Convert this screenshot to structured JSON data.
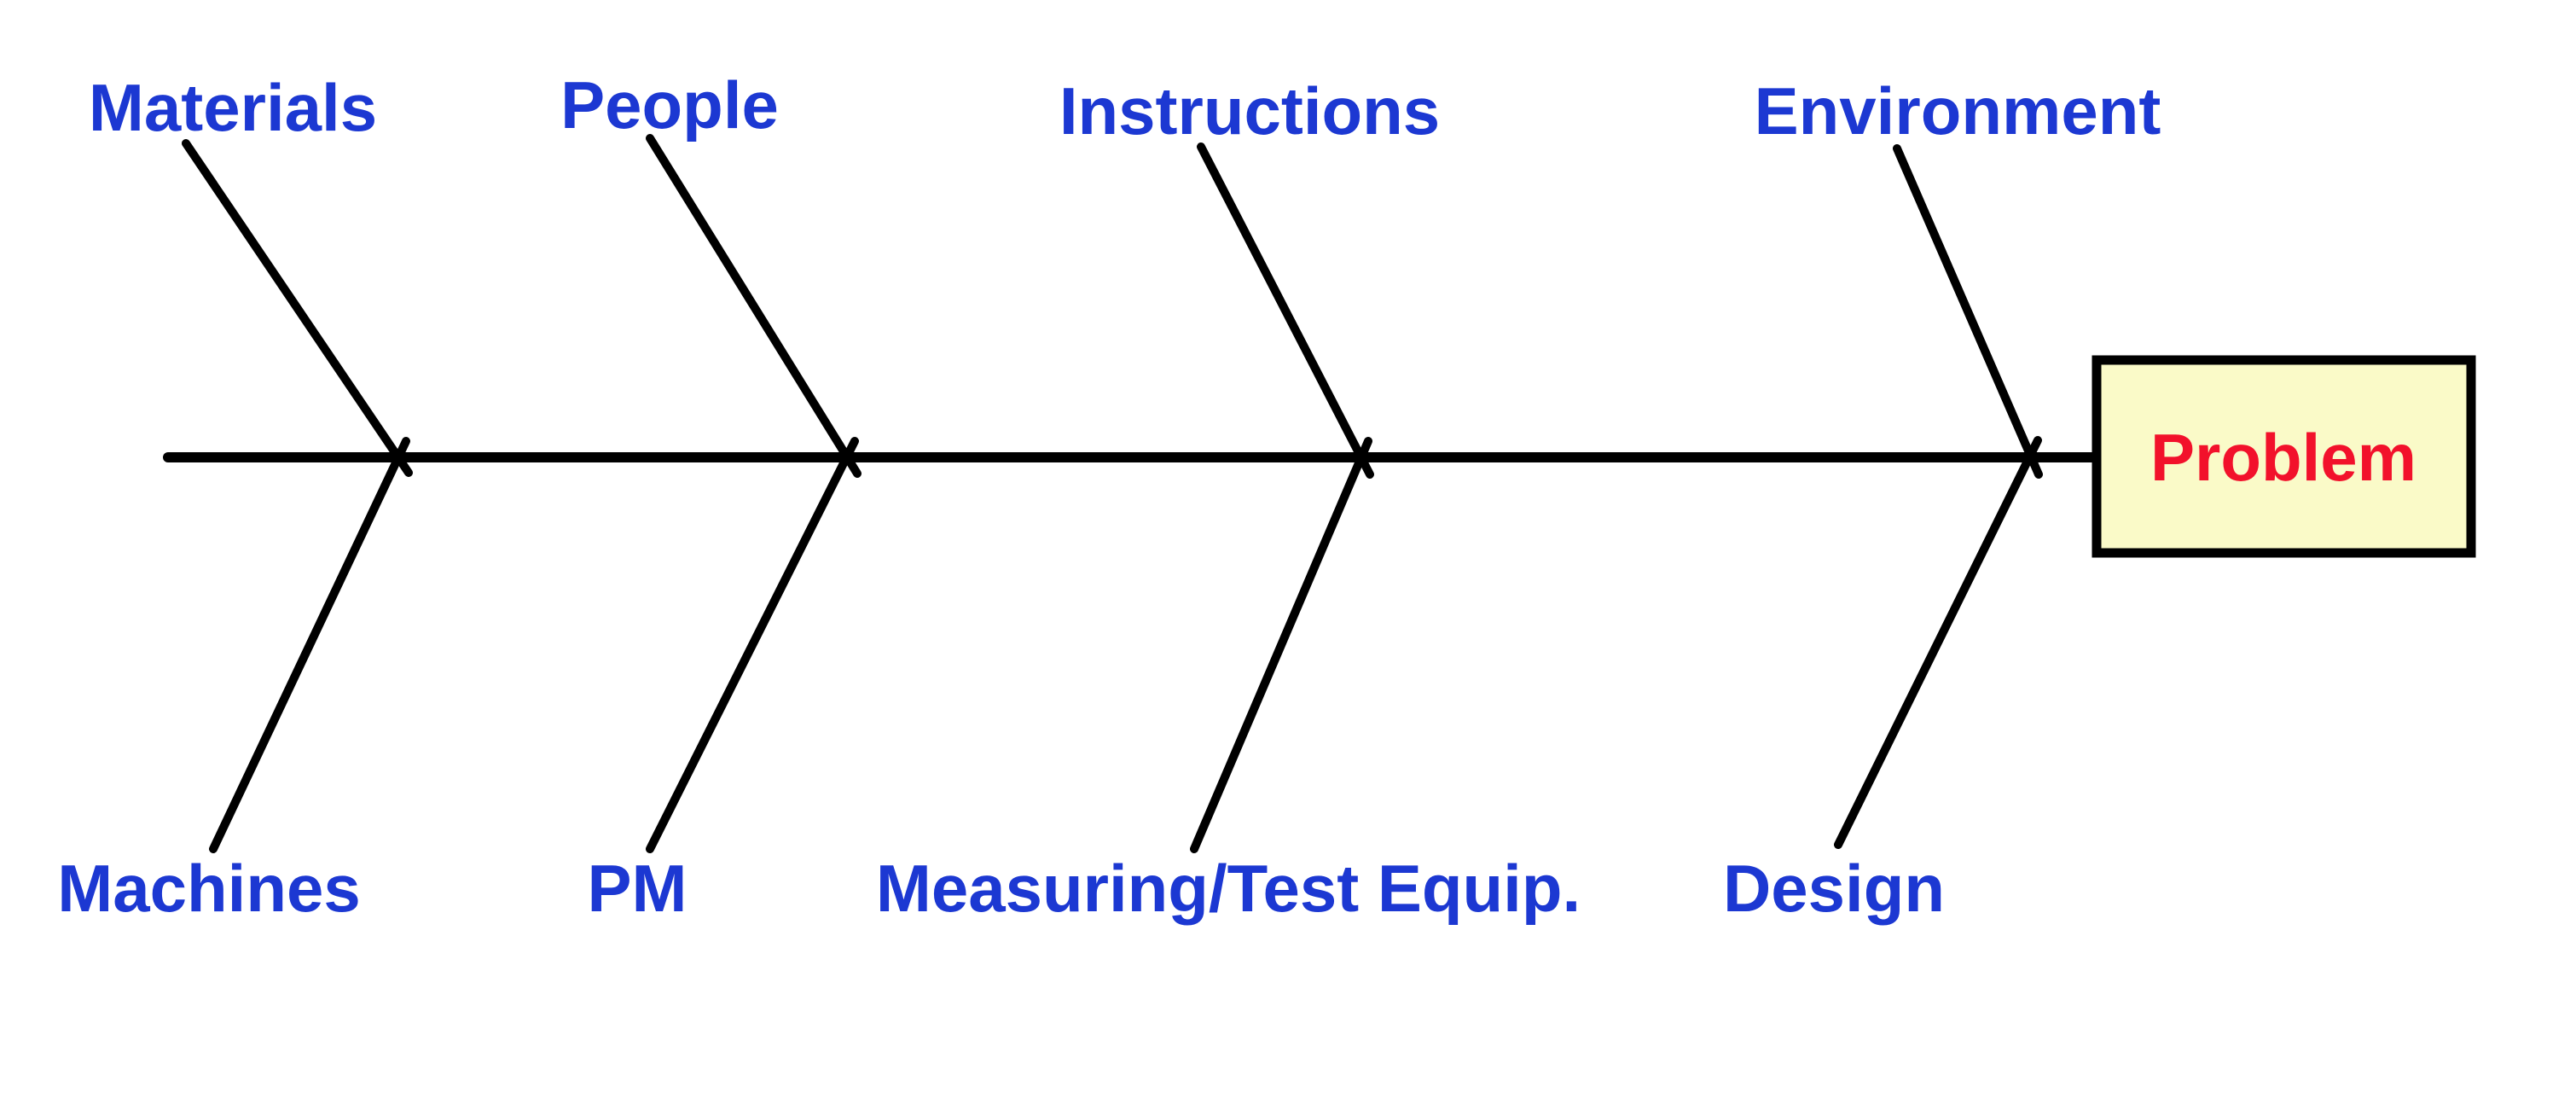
{
  "diagram": {
    "type": "fishbone-cause-and-effect",
    "problem": {
      "label": "Problem"
    },
    "top_categories": [
      "Materials",
      "People",
      "Instructions",
      "Environment"
    ],
    "bottom_categories": [
      "Machines",
      "PM",
      "Measuring/Test Equip.",
      "Design"
    ],
    "colors": {
      "category_text": "#1c38d2",
      "problem_text": "#f2112b",
      "problem_box_fill": "#fafac8",
      "line": "#000000",
      "background": "#ffffff"
    }
  }
}
